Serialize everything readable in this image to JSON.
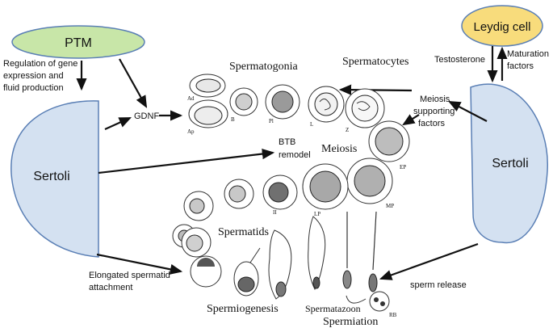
{
  "cells": {
    "ptm": "PTM",
    "leydig": "Leydig cell",
    "sertoli_left": "Sertoli",
    "sertoli_right": "Sertoli"
  },
  "colors": {
    "ptm_fill": "#c8e6a8",
    "leydig_fill": "#f8dc7c",
    "sertoli_fill": "#d4e1f1",
    "outline": "#5a7fb5"
  },
  "annotations": {
    "ptm_regulation": [
      "Regulation of gene",
      "expression and",
      "fluid production"
    ],
    "gdnf": "GDNF",
    "btb": [
      "BTB",
      "remodel"
    ],
    "testosterone": "Testosterone",
    "maturation": [
      "Maturation",
      "factors"
    ],
    "meiosis_support": [
      "Meiosis",
      "supporting",
      "factors"
    ],
    "elongated": [
      "Elongated spermatid",
      "attachment"
    ],
    "sperm_release": "sperm release"
  },
  "stages": {
    "spermatogonia": "Spermatogonia",
    "spermatocytes": "Spermatocytes",
    "meiosis": "Meiosis",
    "spermatids": "Spermatids",
    "spermiogenesis": "Spermiogenesis",
    "spermatozoon": "Spermatazoon",
    "spermiation": "Spermiation"
  },
  "cell_labels": {
    "ad": "Ad",
    "ap": "Ap",
    "b": "B",
    "pl": "Pl",
    "l": "L",
    "z": "Z",
    "ep": "EP",
    "mp": "MP",
    "lp": "LP",
    "ii": "II",
    "rb": "RB"
  }
}
